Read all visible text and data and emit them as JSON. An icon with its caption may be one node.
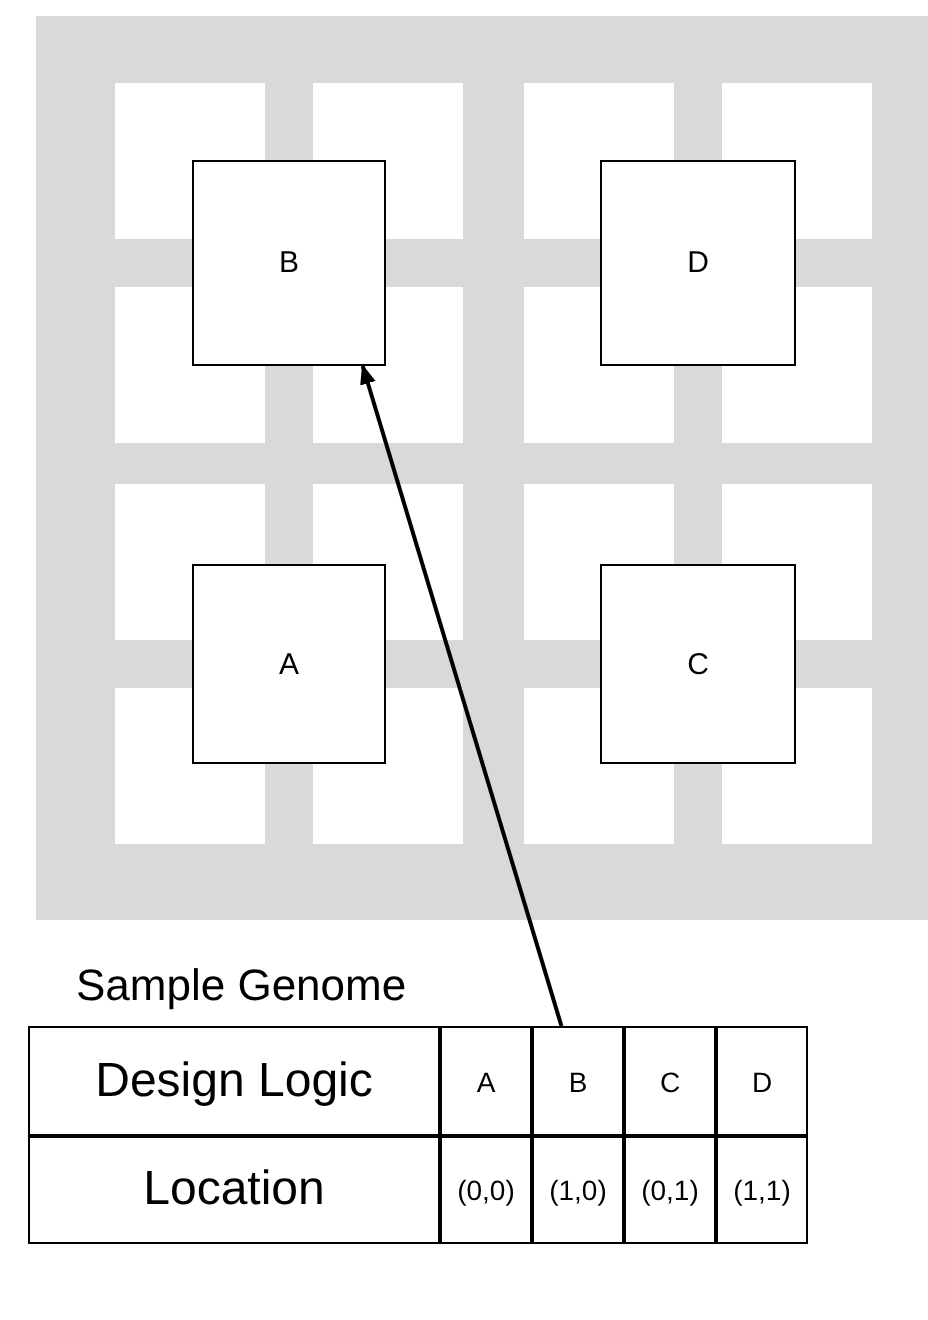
{
  "diagram": {
    "nodes": [
      {
        "text": [
          "B"
        ]
      },
      {
        "text": [
          "D"
        ]
      },
      {
        "text": [
          "A"
        ]
      },
      {
        "text": [
          "C"
        ]
      },
      {
        "text": [
          "B"
        ]
      }
    ],
    "edges": [
      {
        "from": 4,
        "to": 0,
        "arrow": "to"
      }
    ],
    "labels": [
      "Sample Genome",
      "Design Logic",
      "A",
      "C",
      "D",
      "Location",
      "(0,0)",
      "(1,0)",
      "(0,1)",
      "(1,1)"
    ]
  }
}
